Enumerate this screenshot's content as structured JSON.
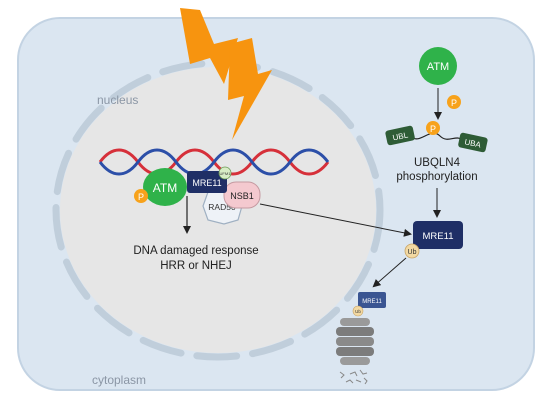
{
  "labels": {
    "nucleus": "nucleus",
    "cytoplasm": "cytoplasm",
    "atm_top": "ATM",
    "atm_dna": "ATM",
    "p": "P",
    "ubl": "UBL",
    "uba": "UBA",
    "ubqln4_line1": "UBQLN4",
    "ubqln4_line2": "phosphorylation",
    "mre11": "MRE11",
    "mre11_small": "MRE11",
    "nsb1": "NSB1",
    "rad50": "RAD50",
    "ub": "Ub",
    "ub_small": "Ub",
    "rfm": "UFM1",
    "ddr_line1": "DNA damaged response",
    "ddr_line2": "HRR or NHEJ"
  },
  "colors": {
    "cell_fill": "#dbe6f1",
    "cell_stroke": "#c3d3e3",
    "nucleus_fill": "#e6e6e6",
    "nucleus_dash": "#c0cedb",
    "atm_green": "#2fb24a",
    "phospho_orange": "#f7a21b",
    "mre11_navy": "#1f2f66",
    "nsb1_pink": "#f4c9cf",
    "dna_red": "#d6303a",
    "dna_blue": "#2c4fa8",
    "lightning": "#f7940f",
    "ubq_green": "#2e5c36"
  }
}
